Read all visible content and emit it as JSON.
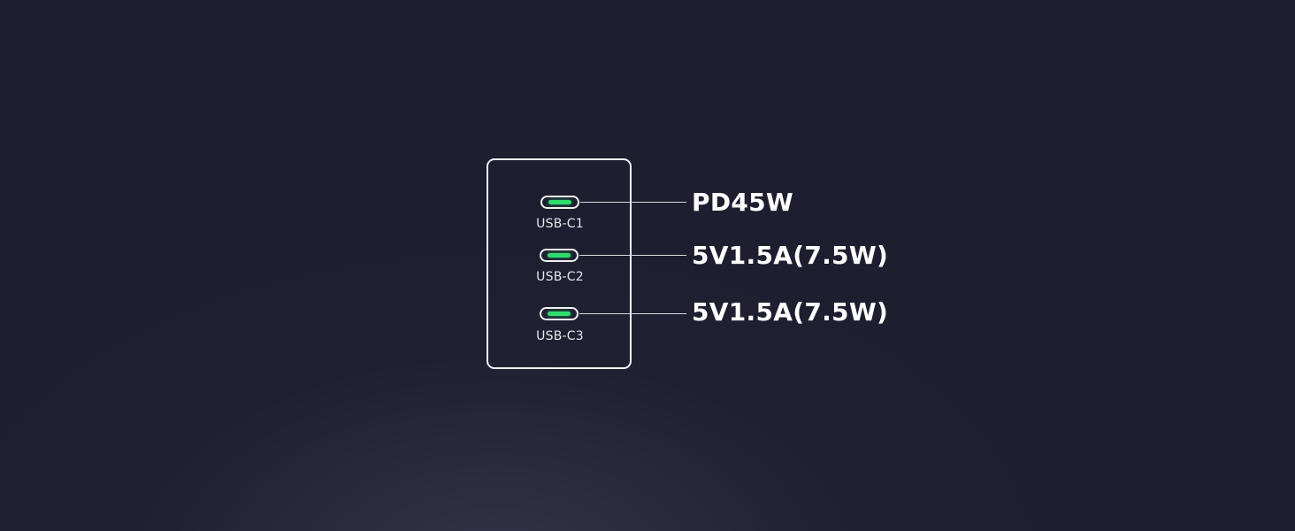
{
  "colors": {
    "led": "#30dc6e",
    "outline": "#f2f2f5",
    "background": "#1e1e30"
  },
  "ports": [
    {
      "label": "USB-C1",
      "spec": "PD45W"
    },
    {
      "label": "USB-C2",
      "spec": "5V1.5A(7.5W)"
    },
    {
      "label": "USB-C3",
      "spec": "5V1.5A(7.5W)"
    }
  ]
}
